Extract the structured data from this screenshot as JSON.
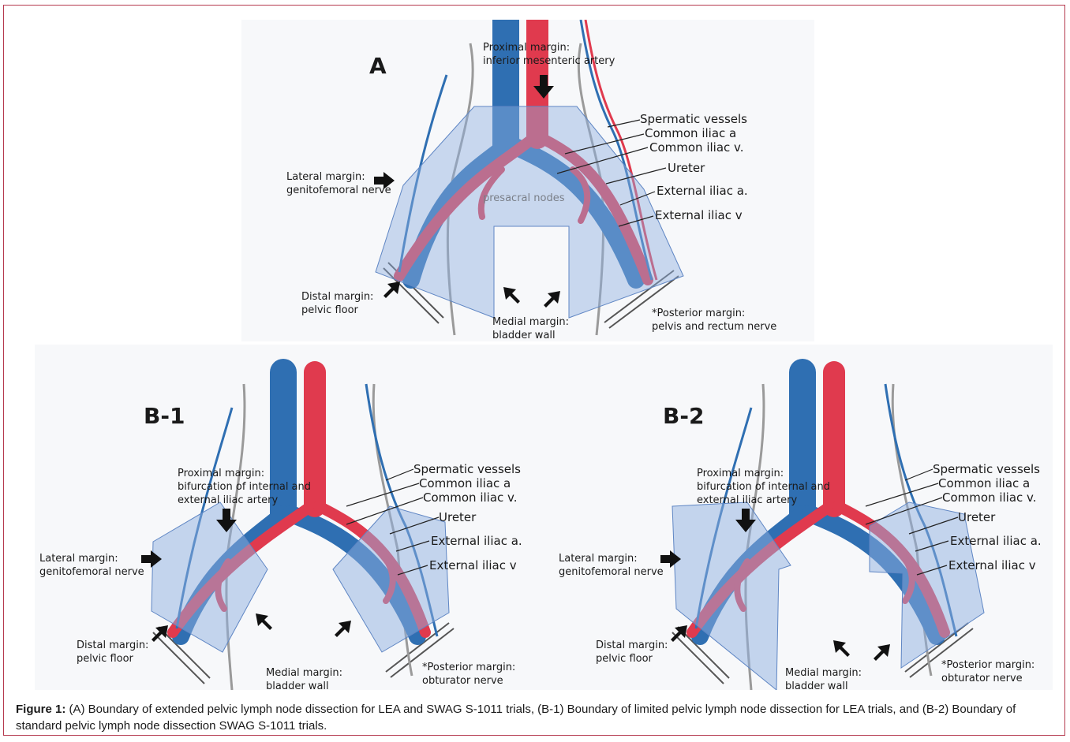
{
  "panel_a": {
    "title": "A",
    "proximal_margin": [
      "Proximal margin:",
      "inferior mesenteric artery"
    ],
    "lateral_margin": [
      "Lateral margin:",
      "genitofemoral nerve"
    ],
    "distal_margin": [
      "Distal margin:",
      "pelvic floor"
    ],
    "medial_margin": [
      "Medial margin:",
      "bladder wall"
    ],
    "posterior_margin": [
      "*Posterior margin:",
      "pelvis and rectum nerve"
    ],
    "presacral": "presacral nodes",
    "structures": [
      "Spermatic vessels",
      "Common iliac a",
      "Common iliac v.",
      "Ureter",
      "External iliac a.",
      "External iliac v"
    ]
  },
  "panel_b1": {
    "title": "B-1",
    "proximal_margin": [
      "Proximal margin:",
      "bifurcation of internal and",
      "external iliac artery"
    ],
    "lateral_margin": [
      "Lateral margin:",
      "genitofemoral nerve"
    ],
    "distal_margin": [
      "Distal margin:",
      "pelvic floor"
    ],
    "medial_margin": [
      "Medial margin:",
      "bladder wall"
    ],
    "posterior_margin": [
      "*Posterior margin:",
      "obturator nerve"
    ],
    "structures": [
      "Spermatic vessels",
      "Common iliac a",
      "Common iliac v.",
      "Ureter",
      "External iliac a.",
      "External iliac v"
    ]
  },
  "panel_b2": {
    "title": "B-2",
    "proximal_margin": [
      "Proximal margin:",
      "bifurcation of internal and",
      "external iliac artery"
    ],
    "lateral_margin": [
      "Lateral margin:",
      "genitofemoral nerve"
    ],
    "distal_margin": [
      "Distal margin:",
      "pelvic floor"
    ],
    "medial_margin": [
      "Medial margin:",
      "bladder wall"
    ],
    "posterior_margin": [
      "*Posterior margin:",
      "obturator nerve"
    ],
    "structures": [
      "Spermatic vessels",
      "Common iliac a",
      "Common iliac v.",
      "Ureter",
      "External iliac a.",
      "External iliac v"
    ]
  },
  "caption": {
    "label": "Figure 1:",
    "text": " (A) Boundary of extended pelvic lymph node dissection for LEA and SWAG S-1011 trials, (B-1) Boundary of limited pelvic lymph node dissection for LEA trials, and (B-2) Boundary of standard pelvic lymph node dissection SWAG S-1011 trials."
  },
  "colors": {
    "artery": "#e03a4e",
    "vein": "#2f6fb2",
    "region": "#8fb0df",
    "frame": "#b5394e"
  }
}
